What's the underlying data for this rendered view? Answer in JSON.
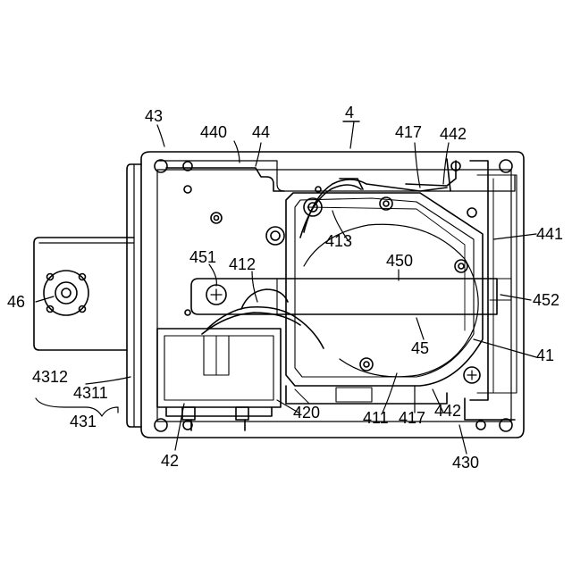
{
  "figure": {
    "reference_numeral": "4",
    "labels": {
      "l43": "43",
      "l440": "440",
      "l44": "44",
      "l4": "4",
      "l417_top": "417",
      "l442_top": "442",
      "l441": "441",
      "l413": "413",
      "l451": "451",
      "l412": "412",
      "l450": "450",
      "l46": "46",
      "l452": "452",
      "l45": "45",
      "l41": "41",
      "l4312": "4312",
      "l4311": "4311",
      "l431": "431",
      "l420": "420",
      "l411": "411",
      "l417_bottom": "417",
      "l442_bottom": "442",
      "l42": "42",
      "l430": "430"
    }
  }
}
